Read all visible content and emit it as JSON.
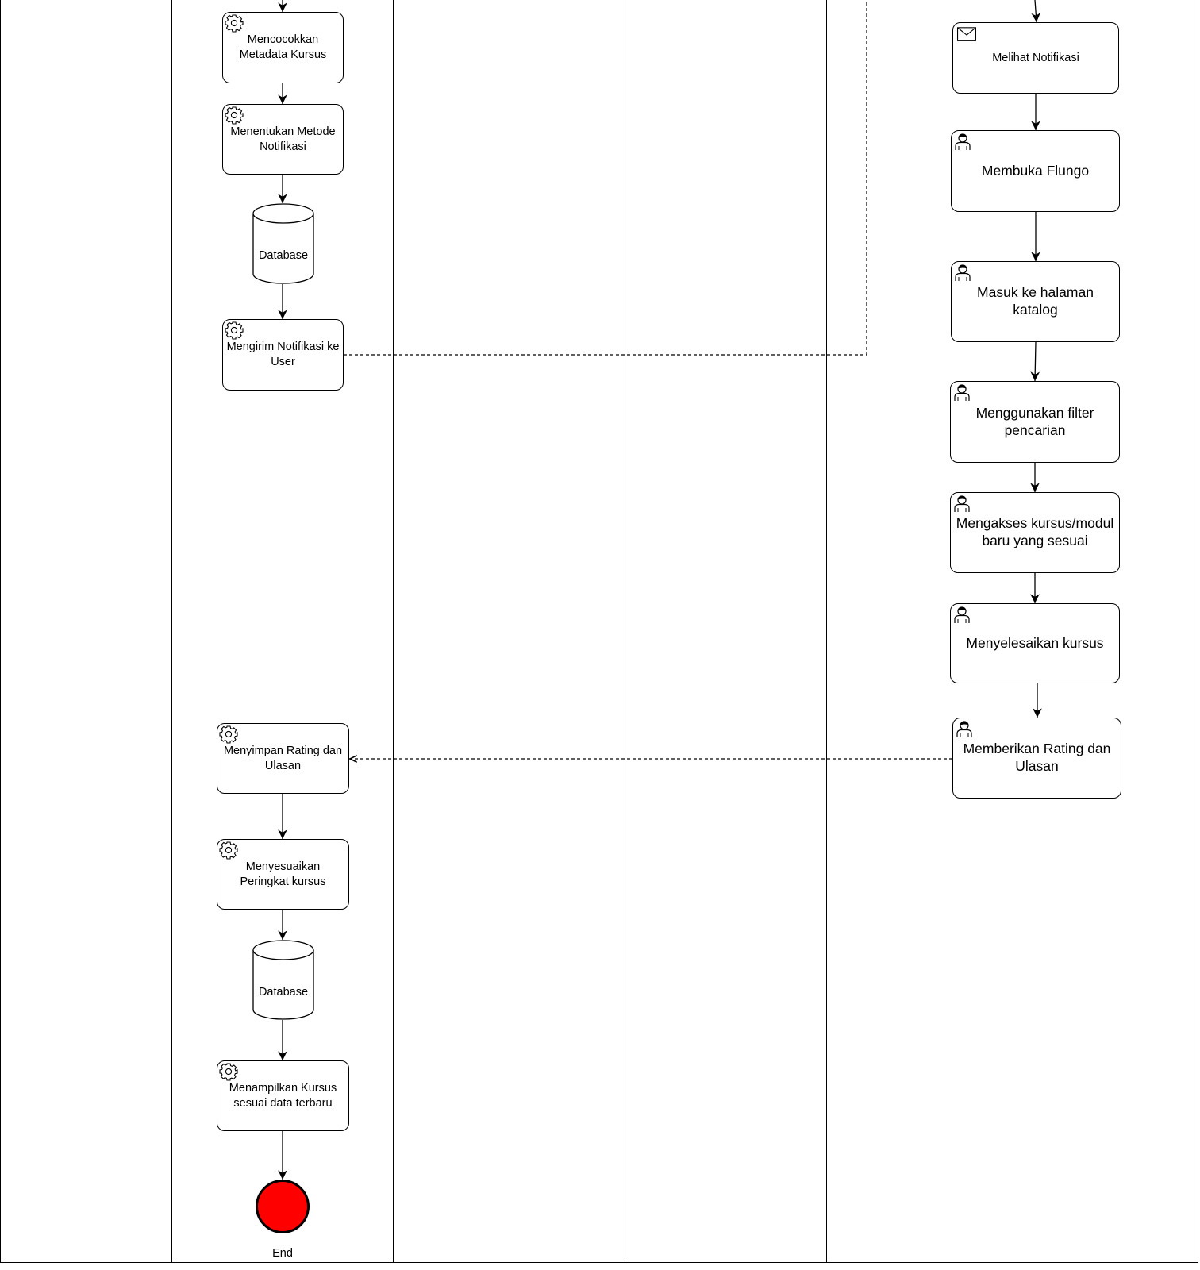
{
  "colors": {
    "line": "#000000",
    "end_fill": "#ff0000"
  },
  "service_tasks": [
    {
      "id": "mencocokkan",
      "icon": "gear-icon",
      "label": "Mencocokkan Metadata Kursus"
    },
    {
      "id": "menentukan",
      "icon": "gear-icon",
      "label": "Menentukan Metode Notifikasi"
    },
    {
      "id": "mengirim",
      "icon": "gear-icon",
      "label": "Mengirim Notifikasi ke User"
    },
    {
      "id": "menyimpan",
      "icon": "gear-icon",
      "label": "Menyimpan Rating dan Ulasan"
    },
    {
      "id": "menyesuaikan",
      "icon": "gear-icon",
      "label": "Menyesuaikan Peringkat kursus"
    },
    {
      "id": "menampilkan",
      "icon": "gear-icon",
      "label": "Menampilkan Kursus sesuai data terbaru"
    }
  ],
  "databases": [
    {
      "id": "db1",
      "label": "Database"
    },
    {
      "id": "db2",
      "label": "Database"
    }
  ],
  "user_tasks": [
    {
      "id": "melihat",
      "icon": "envelope-icon",
      "label": "Melihat Notifikasi"
    },
    {
      "id": "membuka",
      "icon": "user-icon",
      "label": "Membuka Flungo"
    },
    {
      "id": "masuk",
      "icon": "user-icon",
      "label": "Masuk ke halaman katalog"
    },
    {
      "id": "filter",
      "icon": "user-icon",
      "label": "Menggunakan filter pencarian"
    },
    {
      "id": "mengakses",
      "icon": "user-icon",
      "label": "Mengakses kursus/modul baru yang sesuai"
    },
    {
      "id": "menyelesaikan",
      "icon": "user-icon",
      "label": "Menyelesaikan kursus"
    },
    {
      "id": "memberikan",
      "icon": "user-icon",
      "label": "Memberikan Rating dan Ulasan"
    }
  ],
  "end_event": {
    "label": "End"
  }
}
